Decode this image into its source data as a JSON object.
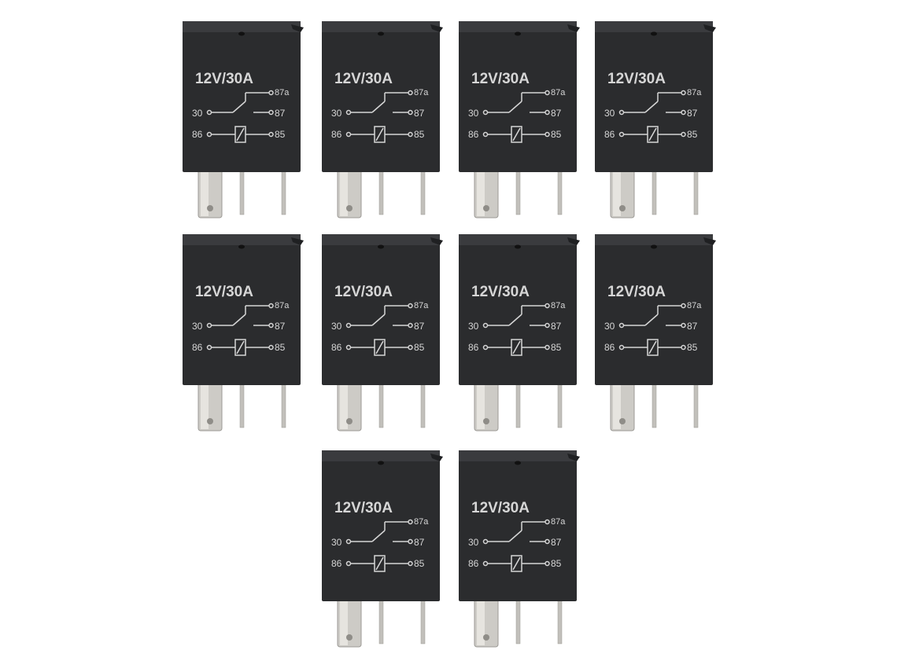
{
  "relay_label": {
    "rating": "12V/30A",
    "terminal_87a": "87a",
    "terminal_30": "30",
    "terminal_87": "87",
    "terminal_86": "86",
    "terminal_85": "85"
  },
  "colors": {
    "background": "#ffffff",
    "relay_body": "#2b2c2e",
    "label_print": "#d6d6d6",
    "pin_metal": "#c9c7c2"
  },
  "relay_count": 10
}
